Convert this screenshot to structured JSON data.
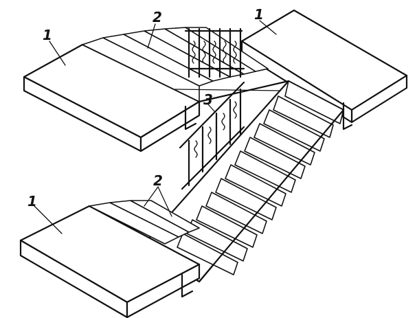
{
  "callouts": {
    "landing_top_left": "1",
    "landing_top_right": "1",
    "landing_bottom_left": "1",
    "step_top": "2",
    "step_bottom": "2",
    "railing": "3"
  }
}
